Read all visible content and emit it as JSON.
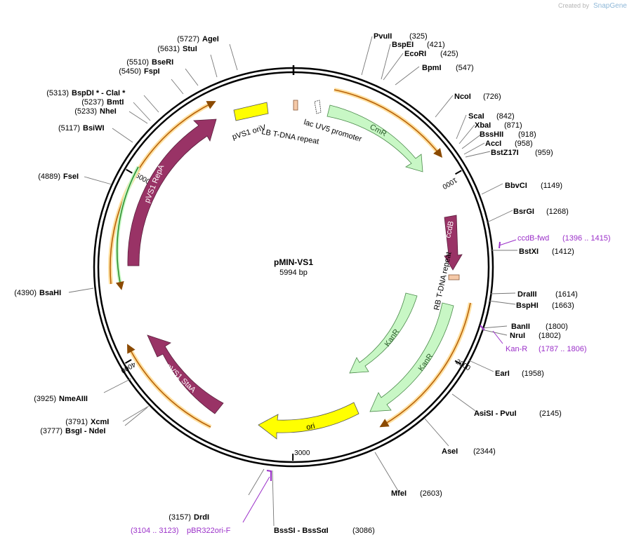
{
  "credit": {
    "prefix": "Created by",
    "brand": "SnapGene"
  },
  "plasmid": {
    "name": "pMIN-VS1",
    "size_label": "5994 bp",
    "length": 5994
  },
  "ticks": [
    "1000",
    "2000",
    "3000",
    "4000",
    "5000"
  ],
  "sites": [
    {
      "name": "AgeI",
      "pos": "(5727)"
    },
    {
      "name": "StuI",
      "pos": "(5631)"
    },
    {
      "name": "BseRI",
      "pos": "(5510)"
    },
    {
      "name": "FspI",
      "pos": "(5450)"
    },
    {
      "name": "BspDI * - ClaI *",
      "pos": "(5313)"
    },
    {
      "name": "BmtI",
      "pos": "(5237)"
    },
    {
      "name": "NheI",
      "pos": "(5233)"
    },
    {
      "name": "BsiWI",
      "pos": "(5117)"
    },
    {
      "name": "FseI",
      "pos": "(4889)"
    },
    {
      "name": "BsaHI",
      "pos": "(4390)"
    },
    {
      "name": "NmeAIII",
      "pos": "(3925)"
    },
    {
      "name": "XcmI",
      "pos": "(3791)"
    },
    {
      "name": "BsgI  - NdeI",
      "pos": "(3777)"
    },
    {
      "name": "DrdI",
      "pos": "(3157)"
    },
    {
      "name": "BssSI  - BssSαI",
      "pos": "(3086)"
    },
    {
      "name": "MfeI",
      "pos": "(2603)"
    },
    {
      "name": "AseI",
      "pos": "(2344)"
    },
    {
      "name": "AsiSI  - PvuI",
      "pos": "(2145)"
    },
    {
      "name": "EarI",
      "pos": "(1958)"
    },
    {
      "name": "NruI",
      "pos": "(1802)"
    },
    {
      "name": "BanII",
      "pos": "(1800)"
    },
    {
      "name": "BspHI",
      "pos": "(1663)"
    },
    {
      "name": "DraIII",
      "pos": "(1614)"
    },
    {
      "name": "BstXI",
      "pos": "(1412)"
    },
    {
      "name": "BsrGI",
      "pos": "(1268)"
    },
    {
      "name": "BbvCI",
      "pos": "(1149)"
    },
    {
      "name": "BstZ17I",
      "pos": "(959)"
    },
    {
      "name": "AccI",
      "pos": "(958)"
    },
    {
      "name": "BssHII",
      "pos": "(918)"
    },
    {
      "name": "XbaI",
      "pos": "(871)"
    },
    {
      "name": "ScaI",
      "pos": "(842)"
    },
    {
      "name": "NcoI",
      "pos": "(726)"
    },
    {
      "name": "BpmI",
      "pos": "(547)"
    },
    {
      "name": "EcoRI",
      "pos": "(425)"
    },
    {
      "name": "BspEI",
      "pos": "(421)"
    },
    {
      "name": "PvuII",
      "pos": "(325)"
    }
  ],
  "primers": [
    {
      "name": "ccdB-fwd",
      "range": "(1396 .. 1415)"
    },
    {
      "name": "Kan-R",
      "range": "(1787 .. 1806)"
    },
    {
      "name": "pBR322ori-F",
      "range": "(3104 .. 3123)"
    }
  ],
  "features": [
    {
      "name": "pVS1 oriV",
      "color": "#ffff00"
    },
    {
      "name": "LB T-DNA repeat",
      "color": "#f5c9a8"
    },
    {
      "name": "lac UV5 promoter",
      "color": "#ffffff"
    },
    {
      "name": "CmR",
      "color": "#c8f7c5"
    },
    {
      "name": "ccdB",
      "color": "#993366"
    },
    {
      "name": "RB T-DNA repeat",
      "color": "#f5c9a8"
    },
    {
      "name": "KanR",
      "color": "#c8f7c5"
    },
    {
      "name": "KanR",
      "color": "#c8f7c5"
    },
    {
      "name": "ori",
      "color": "#ffff00"
    },
    {
      "name": "pVS1 StaA",
      "color": "#993366"
    },
    {
      "name": "pVS1 RepA",
      "color": "#993366"
    }
  ],
  "colors": {
    "backbone": "#000000",
    "orf": "#f7931e",
    "orf_outline": "#ffe0a0",
    "primer": "#9b30c9",
    "marker": "#993366",
    "resistance": "#c8f7c5",
    "origin": "#ffff00",
    "repeat": "#f5c9a8"
  }
}
